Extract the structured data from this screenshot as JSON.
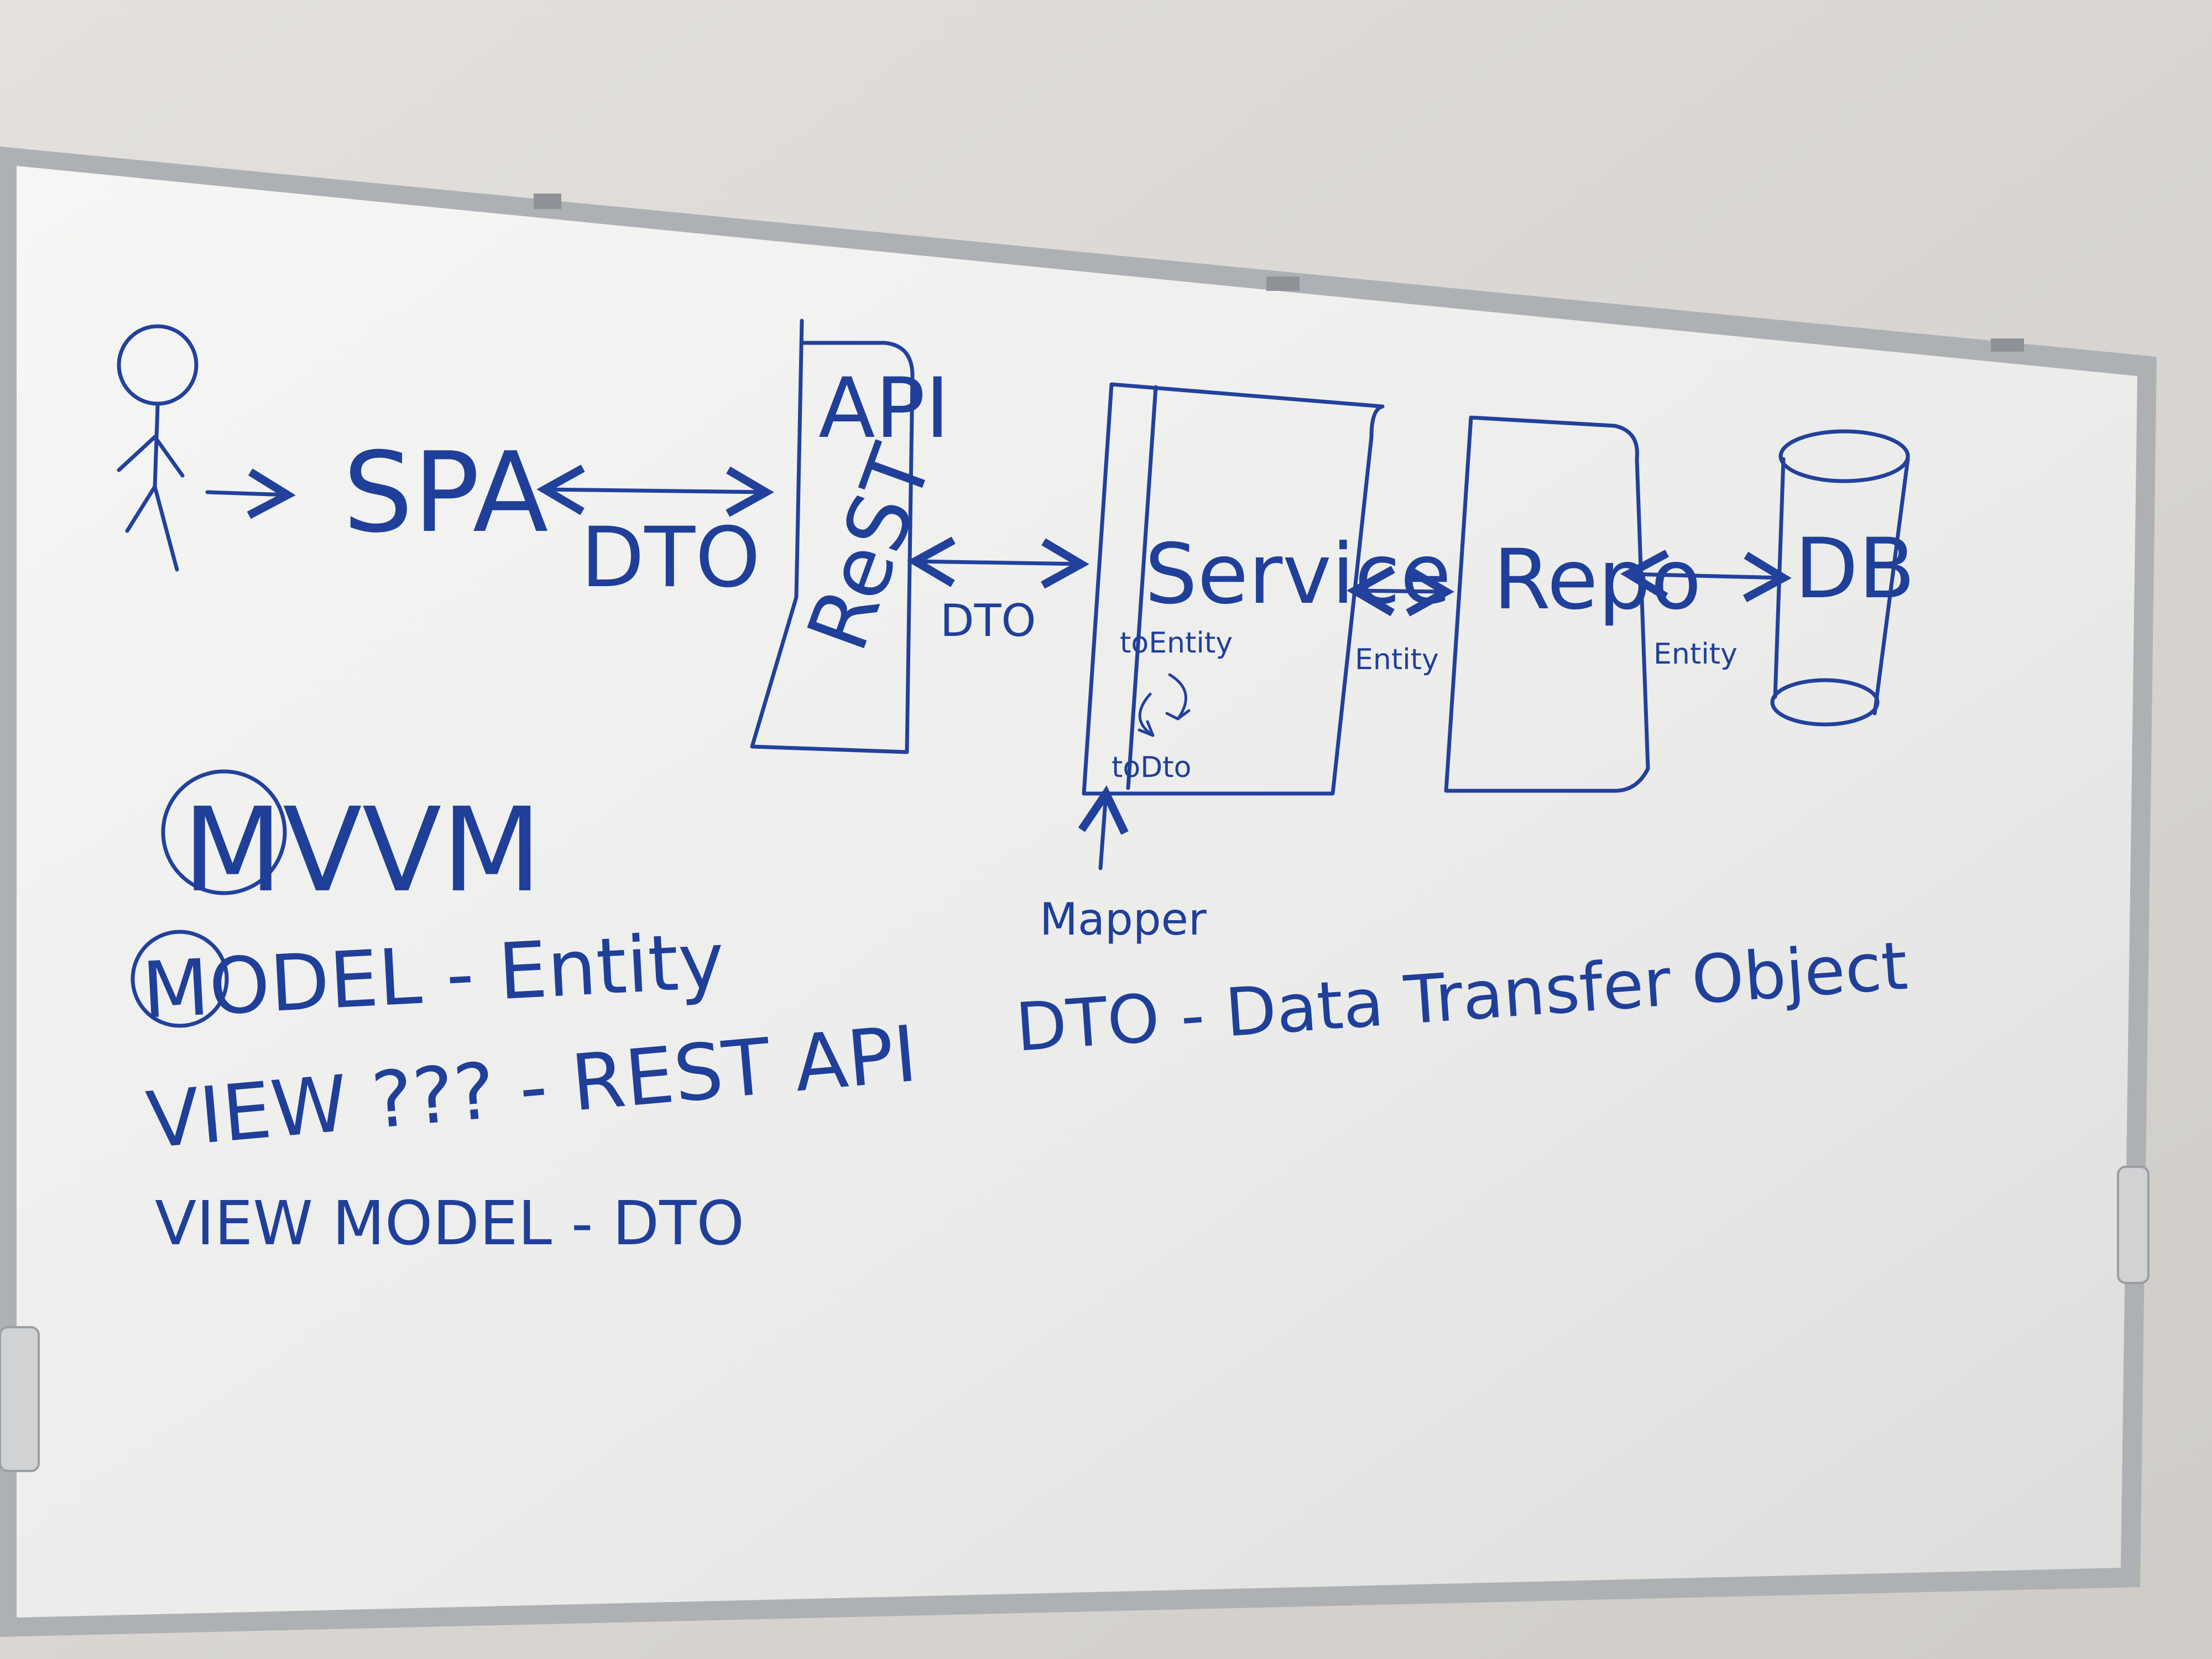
{
  "diagram": {
    "actor_label": "",
    "nodes": {
      "spa": "SPA",
      "api": "API",
      "rest": "ReST",
      "service": "Service",
      "repo": "Repo",
      "db": "DB"
    },
    "edges": {
      "spa_api": "DTO",
      "api_service": "DTO",
      "service_repo": "Entity",
      "repo_db": "Entity"
    },
    "service_methods": {
      "to_entity": "toEntity",
      "to_dto": "toDto"
    },
    "mapper_label": "Mapper"
  },
  "notes": {
    "mvvm_title": "MVVM",
    "model_line": "MODEL - Entity",
    "view_line": "VIEW ??? - REST API",
    "viewmodel_line": "VIEW MODEL - DTO",
    "dto_definition": "DTO - Data Transfer Object"
  },
  "colors": {
    "ink": "#22419c",
    "board": "#f3f3f1",
    "frame": "#b9bcbf",
    "wall": "#d9d6d2"
  }
}
